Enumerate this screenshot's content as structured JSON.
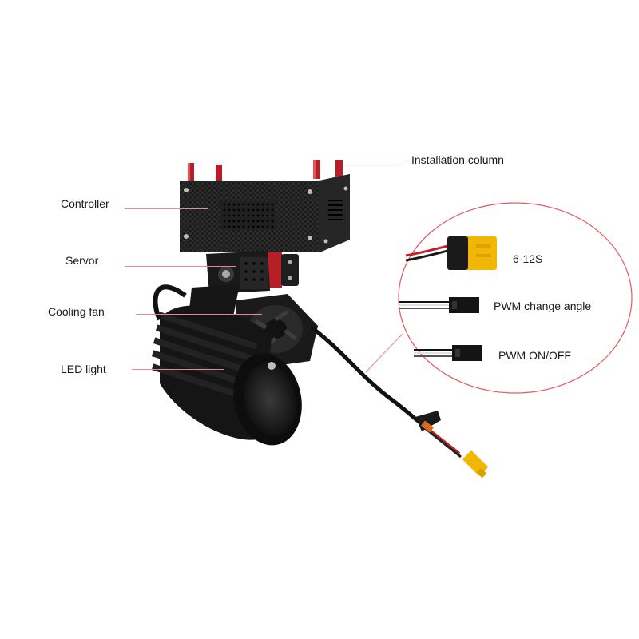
{
  "callouts": {
    "installation_column": "Installation column",
    "controller": "Controller",
    "servo": "Servor",
    "cooling_fan": "Cooling fan",
    "led_light": "LED light"
  },
  "inset": {
    "power": "6-12S",
    "pwm_angle": "PWM change angle",
    "pwm_onoff": "PWM ON/OFF"
  },
  "colors": {
    "leader": "#e8898e",
    "inset_border": "#e05a60",
    "carbon": "#1e1e1e",
    "anodized_red": "#c0242a",
    "xt60_yellow": "#f2b705"
  }
}
